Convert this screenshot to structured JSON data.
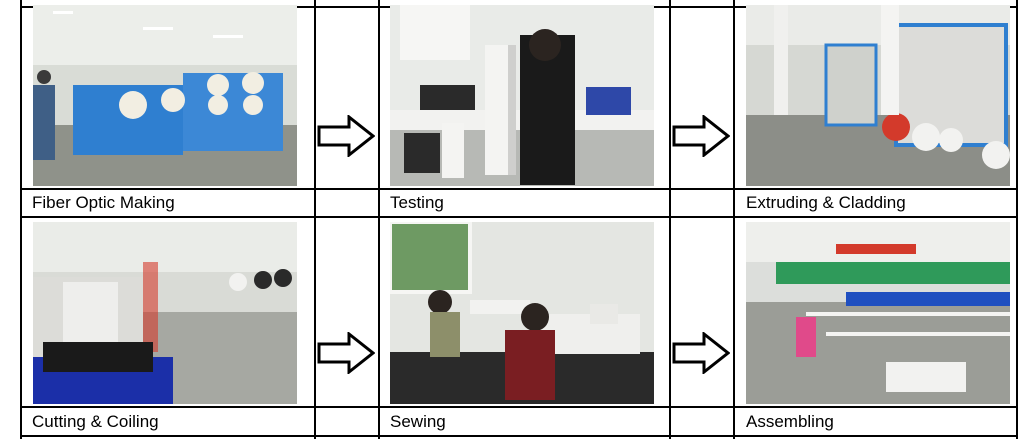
{
  "steps": [
    {
      "label": "Fiber Optic Making",
      "photo": "fiber-optic-making-photo"
    },
    {
      "label": "Testing",
      "photo": "testing-photo"
    },
    {
      "label": "Extruding & Cladding",
      "photo": "extruding-cladding-photo"
    },
    {
      "label": "Cutting & Coiling",
      "photo": "cutting-coiling-photo"
    },
    {
      "label": "Sewing",
      "photo": "sewing-photo"
    },
    {
      "label": "Assembling",
      "photo": "assembling-photo"
    }
  ],
  "icons": {
    "arrow": "right-arrow-icon"
  },
  "colors": {
    "machine_blue": "#2f7fd0",
    "factory_floor": "#9a9a94",
    "wall": "#e8eae8"
  }
}
